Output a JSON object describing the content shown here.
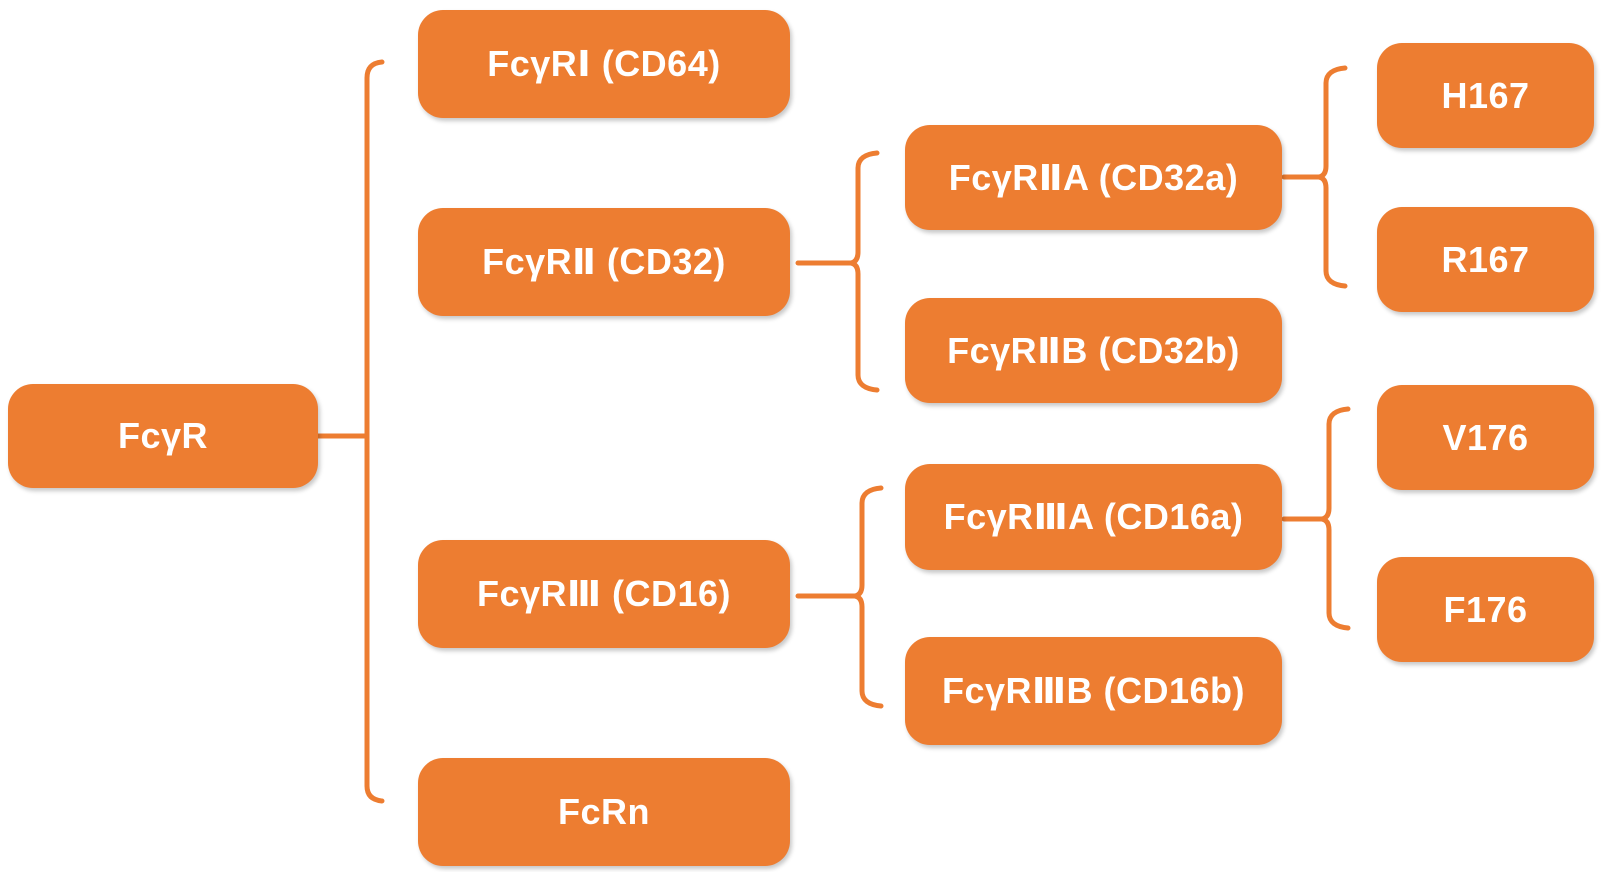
{
  "palette": {
    "node_fill": "#ED7D31",
    "node_text": "#FFFFFF",
    "connector": "#ED7D31",
    "background": "#FFFFFF"
  },
  "diagram": {
    "type": "tree",
    "direction": "left-to-right",
    "connector_styles": {
      "root_group": "square-bracket",
      "sub_groups": "curly-brace"
    }
  },
  "tree": {
    "root": {
      "label": "FcγR",
      "children": [
        {
          "label": "FcγRⅠ（CD64）",
          "children": []
        },
        {
          "label": "FcγRⅡ（CD32）",
          "children": [
            {
              "label": "FcγRⅡA（CD32a）",
              "children": [
                {
                  "label": "H167"
                },
                {
                  "label": "R167"
                }
              ]
            },
            {
              "label": "FcγRⅡB（CD32b）",
              "children": []
            }
          ]
        },
        {
          "label": "FcγRⅢ（CD16）",
          "children": [
            {
              "label": "FcγRⅢA（CD16a）",
              "children": [
                {
                  "label": "V176"
                },
                {
                  "label": "F176"
                }
              ]
            },
            {
              "label": "FcγRⅢB（CD16b）",
              "children": []
            }
          ]
        },
        {
          "label": "FcRn",
          "children": []
        }
      ]
    }
  }
}
